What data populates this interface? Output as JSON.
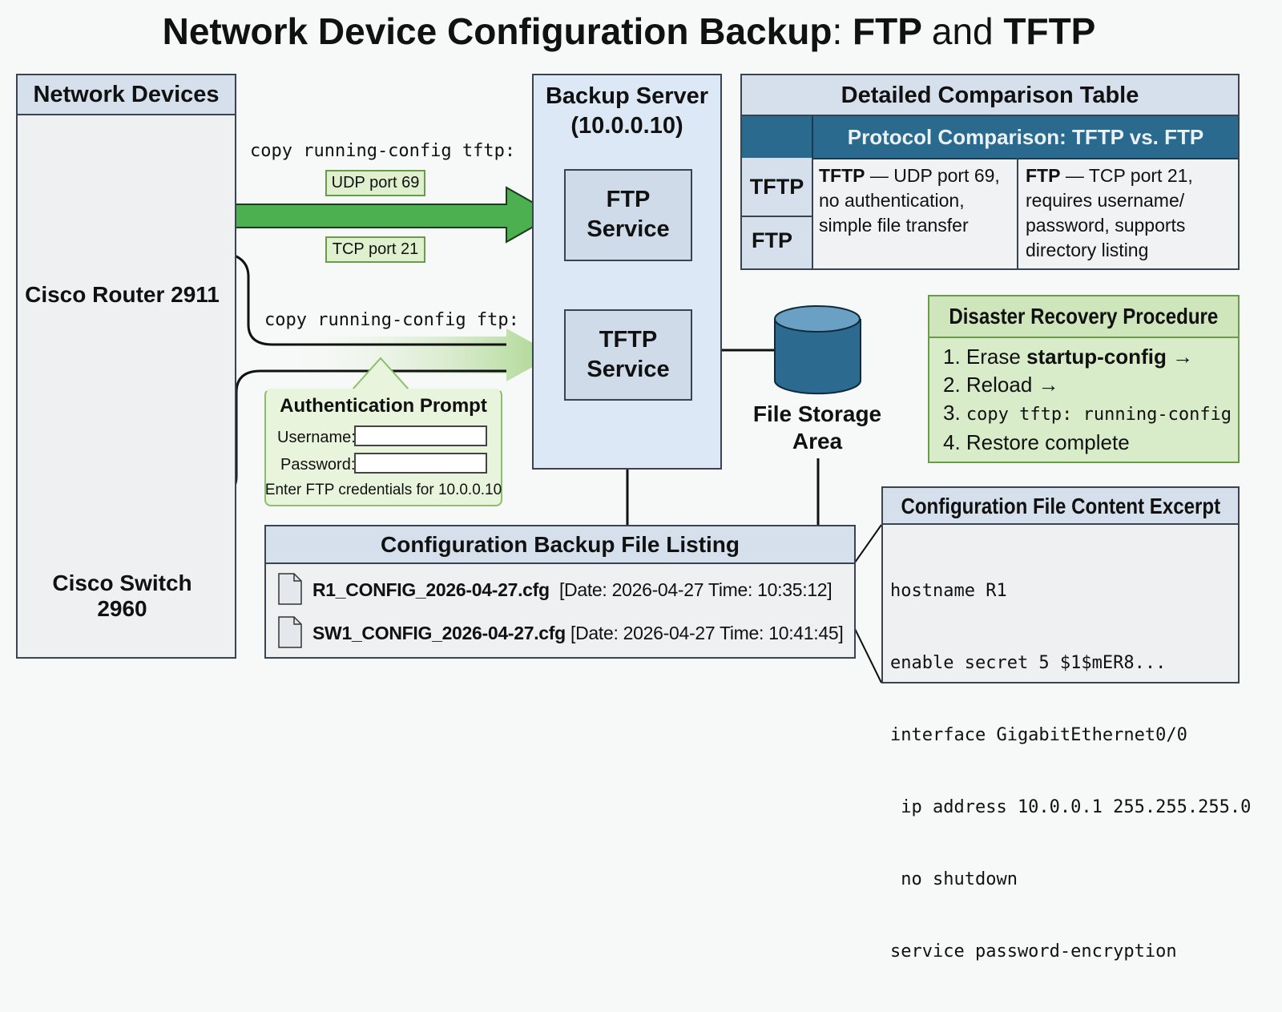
{
  "title": {
    "main": "Network Device Configuration Backup",
    "colon": ":",
    "ftp": "FTP",
    "and": "and",
    "tftp": "TFTP"
  },
  "devices": {
    "header": "Network Devices",
    "router_label": "Cisco Router 2911",
    "switch_label_1": "Cisco Switch",
    "switch_label_2": "2960"
  },
  "flows": {
    "tftp_command": "copy running-config tftp:",
    "udp_badge": "UDP port 69",
    "tcp_badge": "TCP port 21",
    "ftp_command": "copy running-config ftp:"
  },
  "auth": {
    "title": "Authentication Prompt",
    "username_label": "Username:",
    "username_value": "",
    "password_label": "Password:",
    "password_value": "",
    "hint": "Enter FTP credentials for 10.0.0.10"
  },
  "server": {
    "title_1": "Backup Server",
    "title_2": "(10.0.0.10)",
    "ftp_1": "FTP",
    "ftp_2": "Service",
    "tftp_1": "TFTP",
    "tftp_2": "Service"
  },
  "storage": {
    "label_1": "File Storage",
    "label_2": "Area"
  },
  "comparison": {
    "header": "Detailed Comparison Table",
    "subheader": "Protocol Comparison: TFTP vs. FTP",
    "row_labels": [
      "TFTP",
      "FTP"
    ],
    "tftp_bold": "TFTP",
    "tftp_text": " — UDP port 69, no authentication, simple file transfer",
    "ftp_bold": "FTP",
    "ftp_text": " — TCP port 21, requires username/ password, supports directory listing"
  },
  "recovery": {
    "header": "Disaster Recovery Procedure",
    "step1_a": "1. Erase ",
    "step1_b": "startup-config",
    "step1_c": " →",
    "step2": "2. Reload →",
    "step3_a": "3. ",
    "step3_b": "copy tftp: running-config",
    "step4": "4. Restore complete"
  },
  "listing": {
    "header": "Configuration Backup File Listing",
    "files": [
      {
        "name": "R1_CONFIG_2026-04-27.cfg",
        "meta": "[Date: 2026-04-27 Time: 10:35:12]"
      },
      {
        "name": "SW1_CONFIG_2026-04-27.cfg",
        "meta": "[Date: 2026-04-27 Time: 10:41:45]"
      }
    ]
  },
  "excerpt": {
    "header": "Configuration File Content Excerpt",
    "lines": [
      "hostname R1",
      "enable secret 5 $1$mER8...",
      "interface GigabitEthernet0/0",
      " ip address 10.0.0.1 255.255.255.0",
      " no shutdown",
      "service password-encryption"
    ]
  },
  "colors": {
    "accent_blue": "#2a6a8e",
    "device_blue": "#2c6a8f",
    "arrow_green": "#4caf50",
    "panel_green": "#d9ecc9"
  }
}
